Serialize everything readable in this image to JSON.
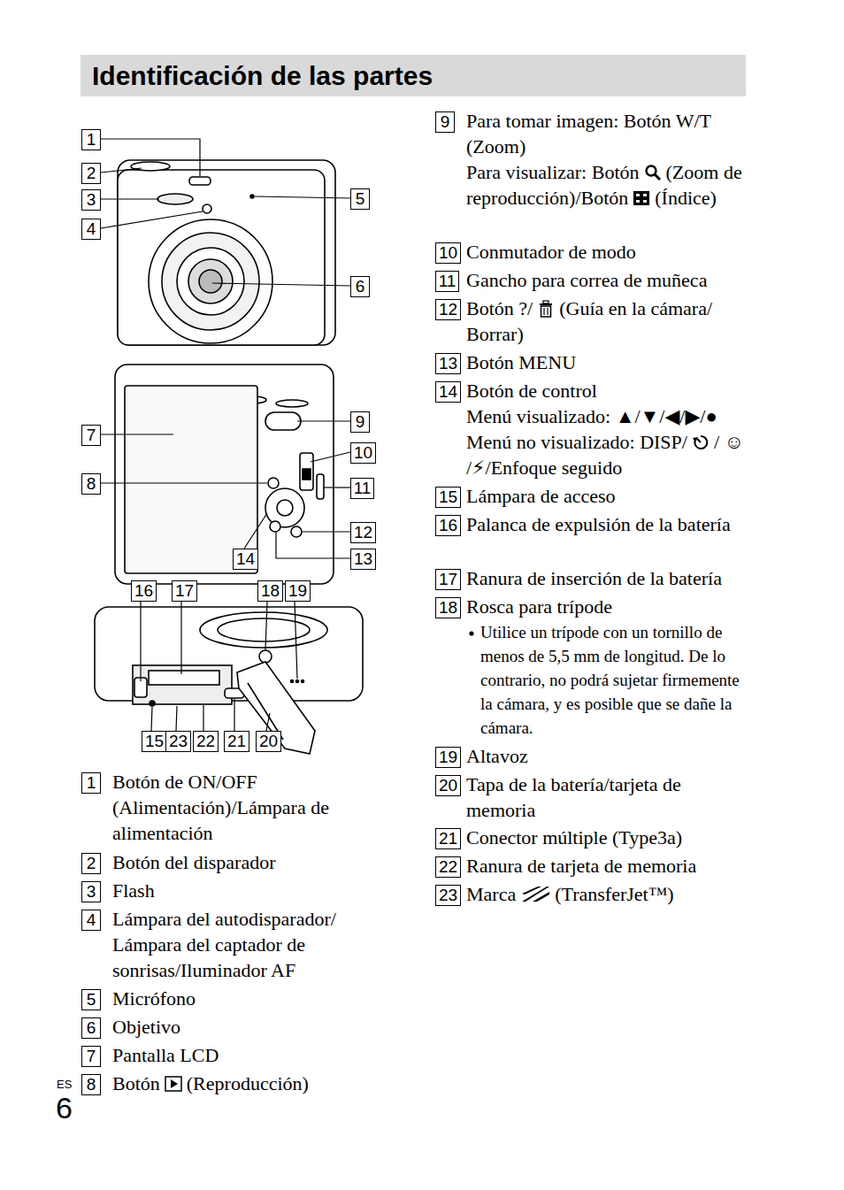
{
  "diagram": {
    "title": "Identificación de las partes",
    "nodes": [
      {
        "text": [
          "1"
        ]
      },
      {
        "text": [
          "2"
        ]
      },
      {
        "text": [
          "3"
        ]
      },
      {
        "text": [
          "4"
        ]
      },
      {
        "text": [
          "5"
        ]
      },
      {
        "text": [
          "6"
        ]
      },
      {
        "text": [
          "7"
        ]
      },
      {
        "text": [
          "8"
        ]
      },
      {
        "text": [
          "9"
        ]
      },
      {
        "text": [
          "10"
        ]
      },
      {
        "text": [
          "11"
        ]
      },
      {
        "text": [
          "12"
        ]
      },
      {
        "text": [
          "14"
        ]
      },
      {
        "text": [
          "13"
        ]
      },
      {
        "text": [
          "16"
        ]
      },
      {
        "text": [
          "17"
        ]
      },
      {
        "text": [
          "18"
        ]
      },
      {
        "text": [
          "19"
        ]
      },
      {
        "text": [
          "15"
        ]
      },
      {
        "text": [
          "23"
        ]
      },
      {
        "text": [
          "22"
        ]
      },
      {
        "text": [
          "21"
        ]
      },
      {
        "text": [
          "20"
        ]
      },
      {
        "text": [
          "1"
        ]
      },
      {
        "text": [
          "2"
        ]
      },
      {
        "text": [
          "3"
        ]
      },
      {
        "text": [
          "4"
        ]
      },
      {
        "text": [
          "5"
        ]
      },
      {
        "text": [
          "6"
        ]
      },
      {
        "text": [
          "7"
        ]
      },
      {
        "text": [
          "8"
        ]
      },
      {
        "text": [
          "9"
        ]
      },
      {
        "text": [
          "10"
        ]
      },
      {
        "text": [
          "11"
        ]
      },
      {
        "text": [
          "12"
        ]
      },
      {
        "text": [
          "13"
        ]
      },
      {
        "text": [
          "14"
        ]
      },
      {
        "text": [
          "15"
        ]
      },
      {
        "text": [
          "16"
        ]
      },
      {
        "text": [
          "17"
        ]
      },
      {
        "text": [
          "18"
        ]
      },
      {
        "text": [
          "19"
        ]
      },
      {
        "text": [
          "20"
        ]
      },
      {
        "text": [
          "21"
        ]
      },
      {
        "text": [
          "22"
        ]
      },
      {
        "text": [
          "23"
        ]
      }
    ],
    "labels": [
      "Botón de ON/OFF (Alimentación)/Lámpara de alimentación",
      "Botón del disparador",
      "Flash",
      "Lámpara del autodisparador/ Lámpara del captador de sonrisas/Iluminador AF",
      "Micrófono",
      "Objetivo",
      "Pantalla LCD",
      "Botón",
      "(Reproducción)",
      "Para tomar imagen: Botón W/T (Zoom)",
      "Para visualizar: Botón",
      "(Zoom de reproducción)/Botón",
      "(Índice)",
      "Conmutador de modo",
      "Gancho para correa de muñeca",
      "Botón ?/",
      "(Guía en la cámara/ Borrar)",
      "Botón MENU",
      "Botón de control",
      "Menú visualizado: ▲/▼/◀/▶/●",
      "Menú no visualizado: DISP/",
      "/ ☺ /⚡/Enfoque seguido",
      "Lámpara de acceso",
      "Palanca de expulsión de la batería",
      "Ranura de inserción de la batería",
      "Rosca para trípode",
      "Utilice un trípode con un tornillo de menos de 5,5 mm de longitud. De lo contrario, no podrá sujetar firmemente la cámara, y es posible que se dañe la cámara.",
      "Altavoz",
      "Tapa de la batería/tarjeta de memoria",
      "Conector múltiple (Type3a)",
      "Ranura de tarjeta de memoria",
      "Marca",
      "(TransferJet™)",
      "ES",
      "6"
    ]
  }
}
